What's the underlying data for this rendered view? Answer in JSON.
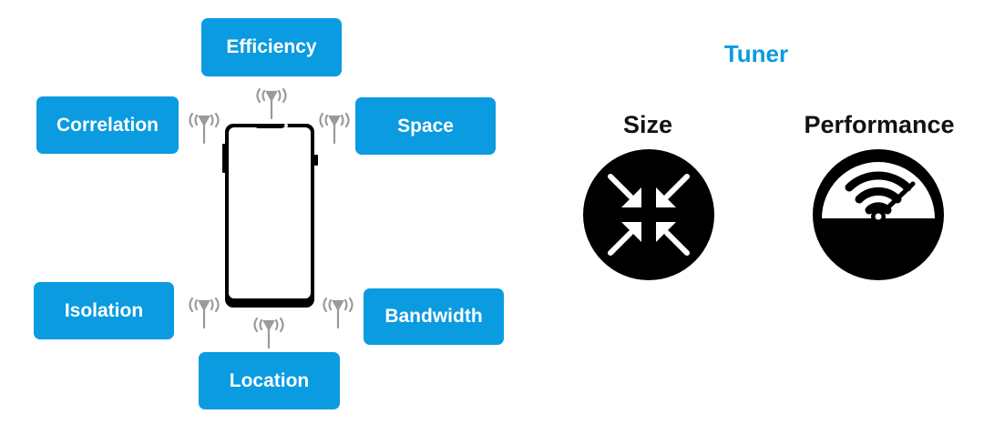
{
  "features": {
    "efficiency": "Efficiency",
    "correlation": "Correlation",
    "space": "Space",
    "isolation": "Isolation",
    "bandwidth": "Bandwidth",
    "location": "Location"
  },
  "tuner": {
    "title": "Tuner",
    "size_label": "Size",
    "performance_label": "Performance"
  },
  "icons": {
    "antenna": "antenna-signal-icon",
    "phone": "smartphone-icon",
    "size": "compress-arrows-icon",
    "performance": "speedometer-wifi-icon"
  },
  "colors": {
    "accent": "#0a9be0",
    "icon": "#000000",
    "antenna": "#9a9a9a"
  }
}
